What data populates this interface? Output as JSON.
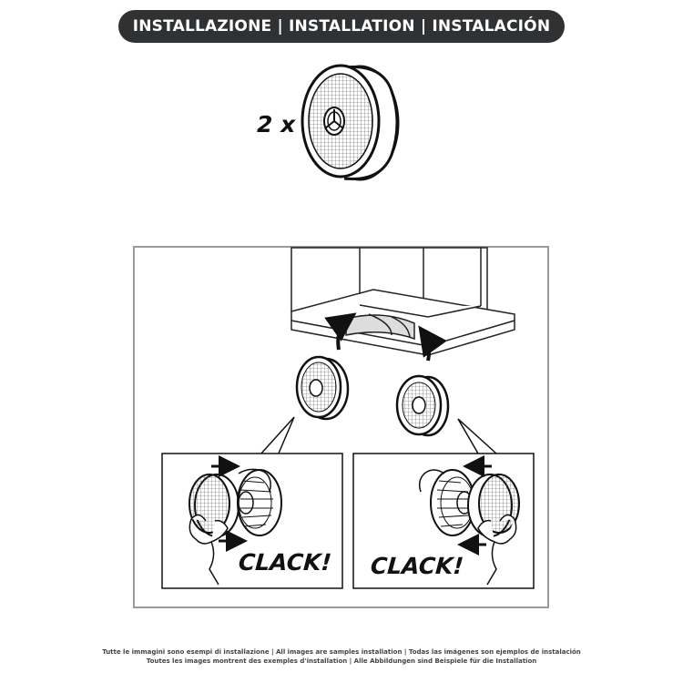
{
  "header": {
    "title": "INSTALLAZIONE | INSTALLATION | INSTALACIÓN"
  },
  "quantity": {
    "label": "2 x"
  },
  "steps": {
    "left_sound": "CLACK!",
    "right_sound": "CLACK!"
  },
  "footer": {
    "line1": "Tutte le immagini sono esempi di installazione | All images are samples installation | Todas las imágenes son ejemplos de instalación",
    "line2": "Toutes les images montrent des exemples d'installation | Alle Abbildungen sind Beispiele für die Installation"
  },
  "icons": [
    "carbon-filter-icon",
    "cooker-hood-icon",
    "arrow-icon",
    "hand-icon"
  ],
  "colors": {
    "title_bg": "#2f3133",
    "title_text": "#ffffff",
    "line": "#111111",
    "frame": "#9a9a9a"
  }
}
